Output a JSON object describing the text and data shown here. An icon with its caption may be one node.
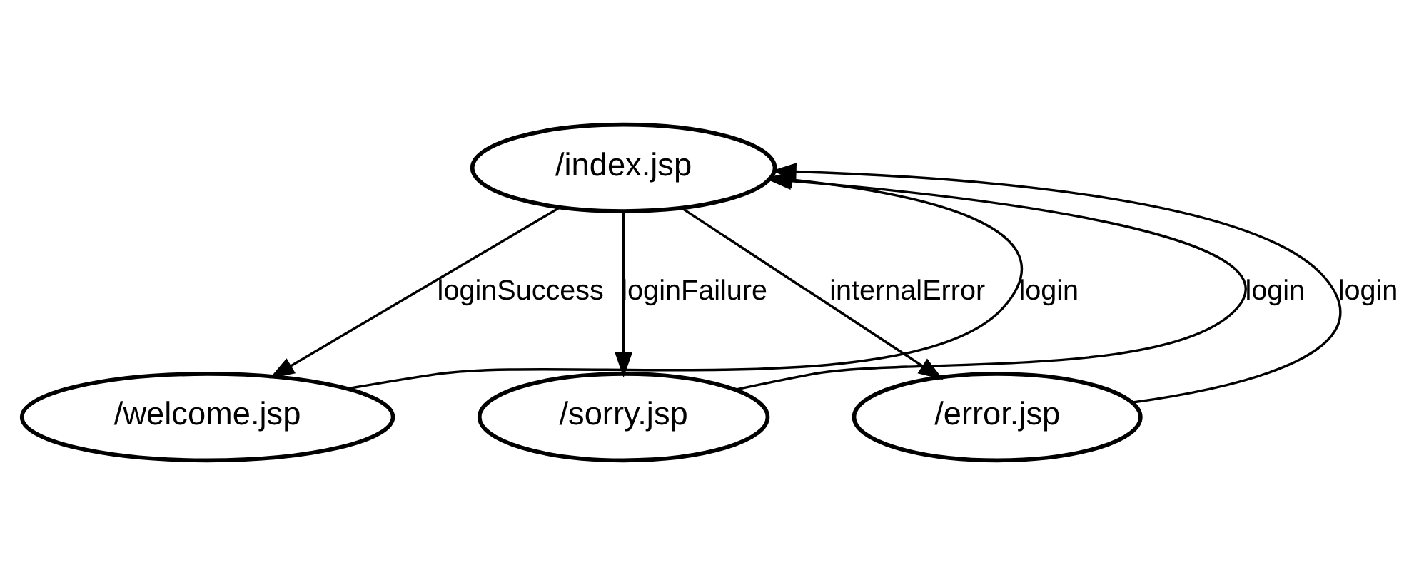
{
  "diagram": {
    "nodes": [
      {
        "text": [
          "/index.jsp"
        ]
      },
      {
        "text": [
          "/welcome.jsp"
        ]
      },
      {
        "text": [
          "/sorry.jsp"
        ]
      },
      {
        "text": [
          "/error.jsp"
        ]
      }
    ],
    "edges": [
      {
        "from": 0,
        "to": 1,
        "arrow": "to",
        "label": "loginSuccess"
      },
      {
        "from": 1,
        "to": 0,
        "arrow": "to",
        "label": "login"
      },
      {
        "from": 0,
        "to": 2,
        "arrow": "to",
        "label": "loginFailure"
      },
      {
        "from": 2,
        "to": 0,
        "arrow": "to",
        "label": "login"
      },
      {
        "from": 0,
        "to": 3,
        "arrow": "to",
        "label": "internalError"
      },
      {
        "from": 3,
        "to": 0,
        "arrow": "to",
        "label": "login"
      }
    ]
  }
}
